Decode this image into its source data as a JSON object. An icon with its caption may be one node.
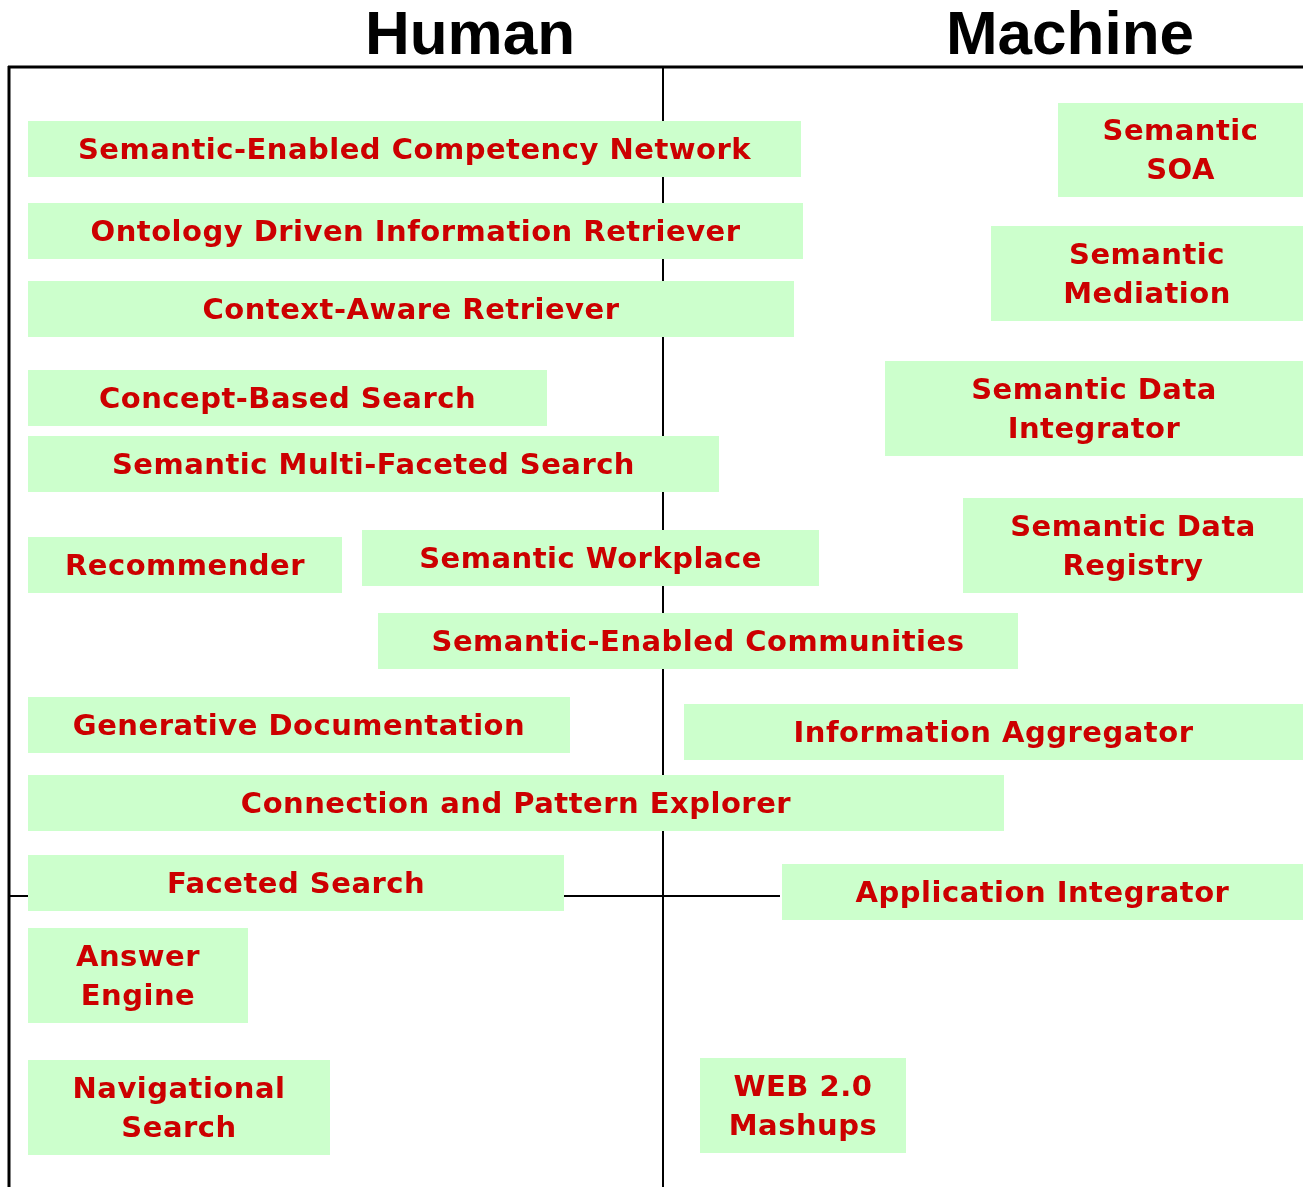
{
  "diagram": {
    "nodes": [
      {
        "text": [
          "Semantic SOA"
        ]
      },
      {
        "text": [
          "Semantic-Enabled Competency Network"
        ]
      },
      {
        "text": [
          "Ontology Driven Information Retriever"
        ]
      },
      {
        "text": [
          "Semantic Mediation"
        ]
      },
      {
        "text": [
          "Context-Aware Retriever"
        ]
      },
      {
        "text": [
          "Semantic Data Integrator"
        ]
      },
      {
        "text": [
          "Concept-Based Search"
        ]
      },
      {
        "text": [
          "Semantic Multi-Faceted Search"
        ]
      },
      {
        "text": [
          "Semantic Data Registry"
        ]
      },
      {
        "text": [
          "Semantic Workplace"
        ]
      },
      {
        "text": [
          "Recommender"
        ]
      },
      {
        "text": [
          "Semantic-Enabled Communities"
        ]
      },
      {
        "text": [
          "Generative Documentation"
        ]
      },
      {
        "text": [
          "Information Aggregator"
        ]
      },
      {
        "text": [
          "Connection and Pattern Explorer"
        ]
      },
      {
        "text": [
          "Faceted Search"
        ]
      },
      {
        "text": [
          "Application Integrator"
        ]
      },
      {
        "text": [
          "Answer Engine"
        ]
      },
      {
        "text": [
          "WEB 2.0 Mashups"
        ]
      },
      {
        "text": [
          "Navigational Search"
        ]
      }
    ],
    "edges": [],
    "labels": [
      "Human",
      "Machine"
    ]
  }
}
